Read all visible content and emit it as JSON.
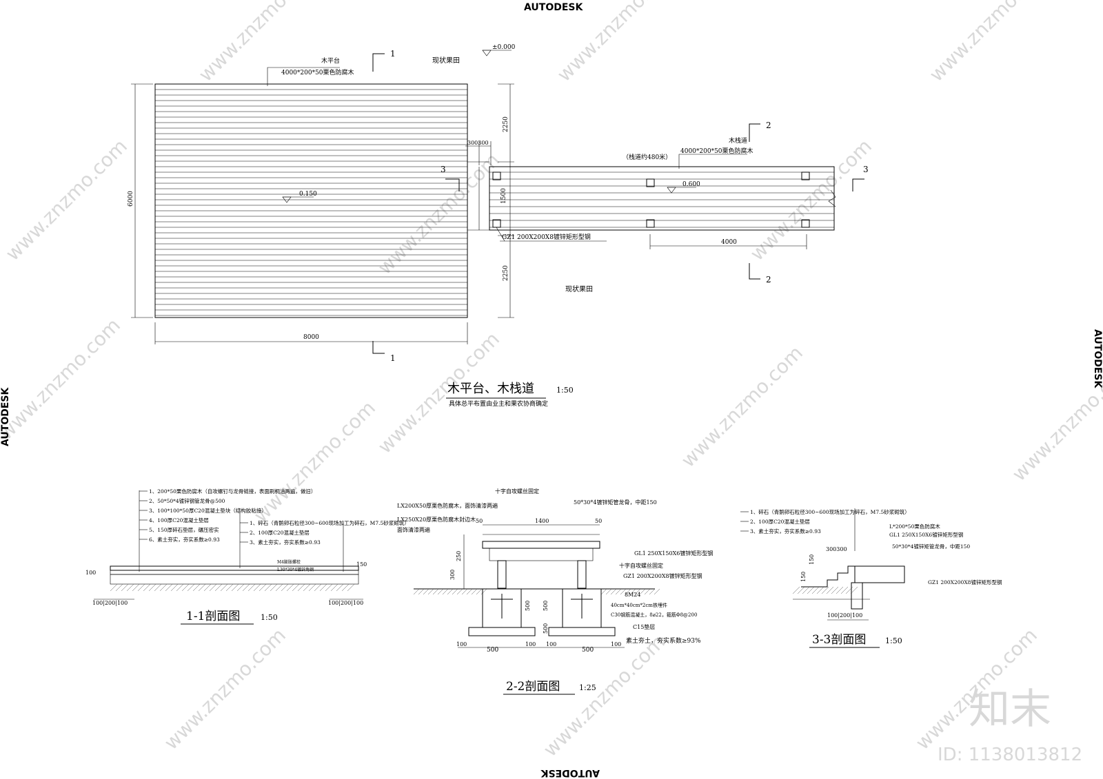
{
  "brand": {
    "top": "AUTODESK",
    "bottom": "AUTODESK",
    "left": "AUTODESK",
    "right": "AUTODESK"
  },
  "watermark": {
    "site": "www.znzmo.com",
    "logo": "知末",
    "id": "ID: 1138013812"
  },
  "plan": {
    "title": "木平台、木栈道",
    "scale": "1:50",
    "note": "具体总平布置由业主和果农协商确定",
    "platform_label": "木平台",
    "platform_material": "4000*200*50栗色防腐木",
    "boardwalk_label": "木栈道",
    "boardwalk_material": "4000*200*50栗色防腐木",
    "boardwalk_length": "（栈道约480米）",
    "field_label_top": "现状果田",
    "field_label_bottom": "现状果田",
    "level_zero": "±0.000",
    "level_platform": "0.150",
    "level_boardwalk": "0.600",
    "column_label": "GZ1  200X200X8镀锌矩形型钢",
    "dim_width": "8000",
    "dim_height": "6000",
    "dim_top": "2250",
    "dim_bottom": "2250",
    "dim_walk": "1500",
    "dim_span": "4000",
    "dim_gap": "300300",
    "section_marks": {
      "s1": "1",
      "s2": "2",
      "s3": "3"
    }
  },
  "section11": {
    "title": "1-1剖面图",
    "scale": "1:50",
    "notes_a": [
      "1、200*50栗色防腐木（自攻螺钉与龙骨链接，表面刷桐油两遍，做旧）",
      "2、50*50*4镀锌钢管龙骨@500",
      "3、100*100*50厚C20混凝土垫块（结构胶粘接）",
      "4、100厚C20混凝土垫层",
      "5、150厚碎石垫层，碾压密实",
      "6、素土夯实，夯实系数≥0.93"
    ],
    "notes_b": [
      "1、碎石（青鹅卵石粒径300~600现场加工为碎石，M7.5砂浆砌筑）",
      "2、100厚C20混凝土垫层",
      "3、素土夯实，夯实系数≥0.93"
    ],
    "tag_l": "L30*30*4镀锌角钢",
    "tag_m": "M4膨胀螺栓",
    "dim_left": "100",
    "dim_right": "150",
    "dims_bottom": "100|200|100"
  },
  "section22": {
    "title": "2-2剖面图",
    "scale": "1:25",
    "labels": {
      "top_screw": "十字自攻螺丝固定",
      "edge_wood": "LX200X50厚栗色防腐木，面饰清漆两遍",
      "edge_wood2": "LX250X20厚栗色防腐木封边木",
      "edge_wood3": "面饰清漆两遍",
      "keel": "50*30*4镀锌矩管龙骨，中距150",
      "gl1": "GL1  250X150X6镀锌矩形型钢",
      "screw2": "十字自攻螺丝固定",
      "gz1": "GZ1  200X200X8镀锌矩形型钢",
      "bolt": "8M24",
      "plate": "40cm*40cm*2cm铁埋件",
      "concrete": "C30钢筋混凝土，8⌀22，箍筋Φ8@200",
      "c15": "C15垫层",
      "soil": "素土夯土，夯实系数≥93%"
    },
    "dims": {
      "w1400": "1400",
      "d50": "50",
      "d50b": "50",
      "h250": "250",
      "h300": "300",
      "h500a": "500",
      "h500b": "500",
      "h500c": "500",
      "b500a": "500",
      "b500b": "500",
      "b100a": "100",
      "b100b": "100",
      "b100c": "100",
      "b100d": "100"
    }
  },
  "section33": {
    "title": "3-3剖面图",
    "scale": "1:50",
    "notes": [
      "1、碎石（青鹅卵石粒径300~600现场加工为碎石，M7.5砂浆砌筑）",
      "2、100厚C20混凝土垫层",
      "3、素土夯实，夯实系数≥0.93"
    ],
    "labels": {
      "wood": "L*200*50栗色防腐木",
      "gl1": "GL1  250X150X6镀锌矩形型钢",
      "keel": "50*30*4镀锌矩管龙骨，中距150",
      "gz1": "GZ1  200X200X8镀锌矩形型钢"
    },
    "dims": {
      "top": "300300",
      "h150a": "150",
      "h150b": "150",
      "bottom": "100|200|100"
    }
  }
}
